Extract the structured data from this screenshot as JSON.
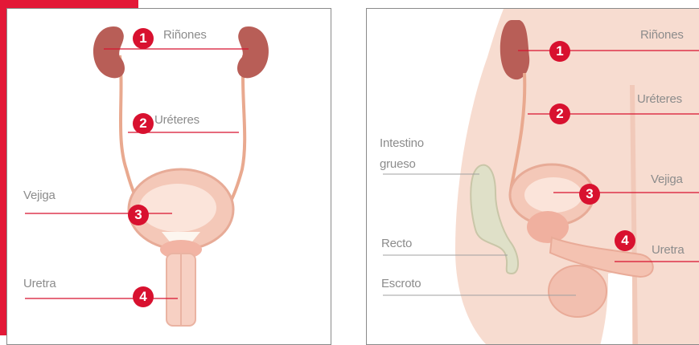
{
  "colors": {
    "accent": "#e31837",
    "badge": "#d8112f",
    "leader_line": "#d8112f",
    "label_text": "#8c8c8c"
  },
  "left_panel": {
    "labels": {
      "kidneys": "Riñones",
      "ureters": "Uréteres",
      "bladder": "Vejiga",
      "urethra": "Uretra"
    },
    "badges": {
      "one": "1",
      "two": "2",
      "three": "3",
      "four": "4"
    }
  },
  "right_panel": {
    "labels": {
      "kidneys": "Riñones",
      "ureters": "Uréteres",
      "large_intestine": "Intestino grueso",
      "bladder": "Vejiga",
      "rectum": "Recto",
      "urethra": "Uretra",
      "scrotum": "Escroto"
    },
    "badges": {
      "one": "1",
      "two": "2",
      "three": "3",
      "four": "4"
    }
  }
}
